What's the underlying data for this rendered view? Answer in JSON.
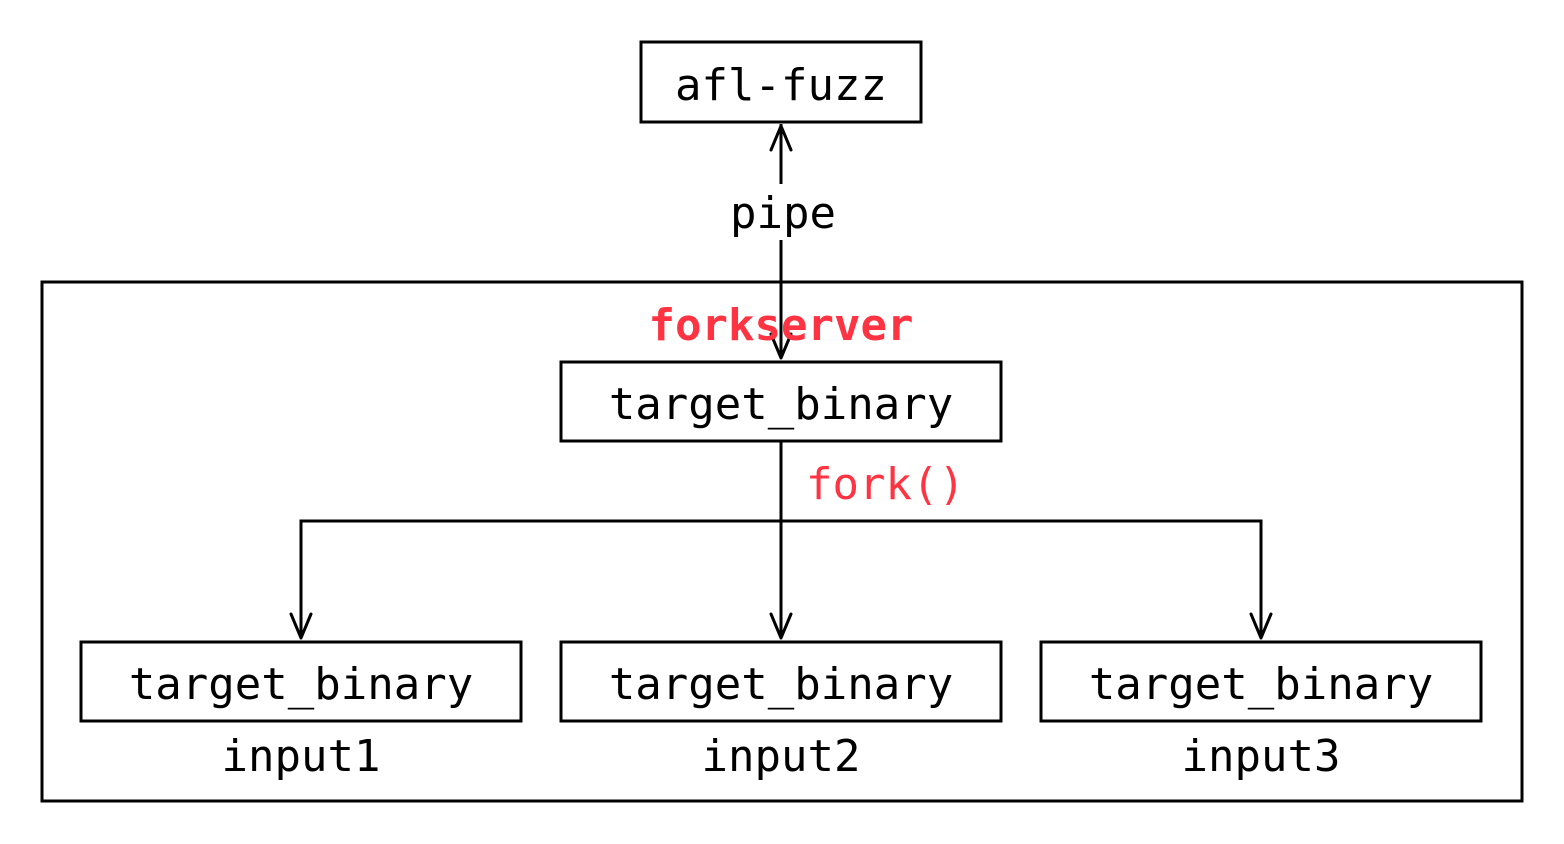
{
  "diagram": {
    "top_node": {
      "label": "afl-fuzz"
    },
    "pipe_label": "pipe",
    "container": {
      "label": "forkserver"
    },
    "parent_node": {
      "label": "target_binary"
    },
    "fork_label": "fork()",
    "children": [
      {
        "label": "target_binary",
        "input": "input1"
      },
      {
        "label": "target_binary",
        "input": "input2"
      },
      {
        "label": "target_binary",
        "input": "input3"
      }
    ],
    "colors": {
      "stroke": "#000000",
      "accent": "#ff3341",
      "background": "#ffffff"
    }
  }
}
